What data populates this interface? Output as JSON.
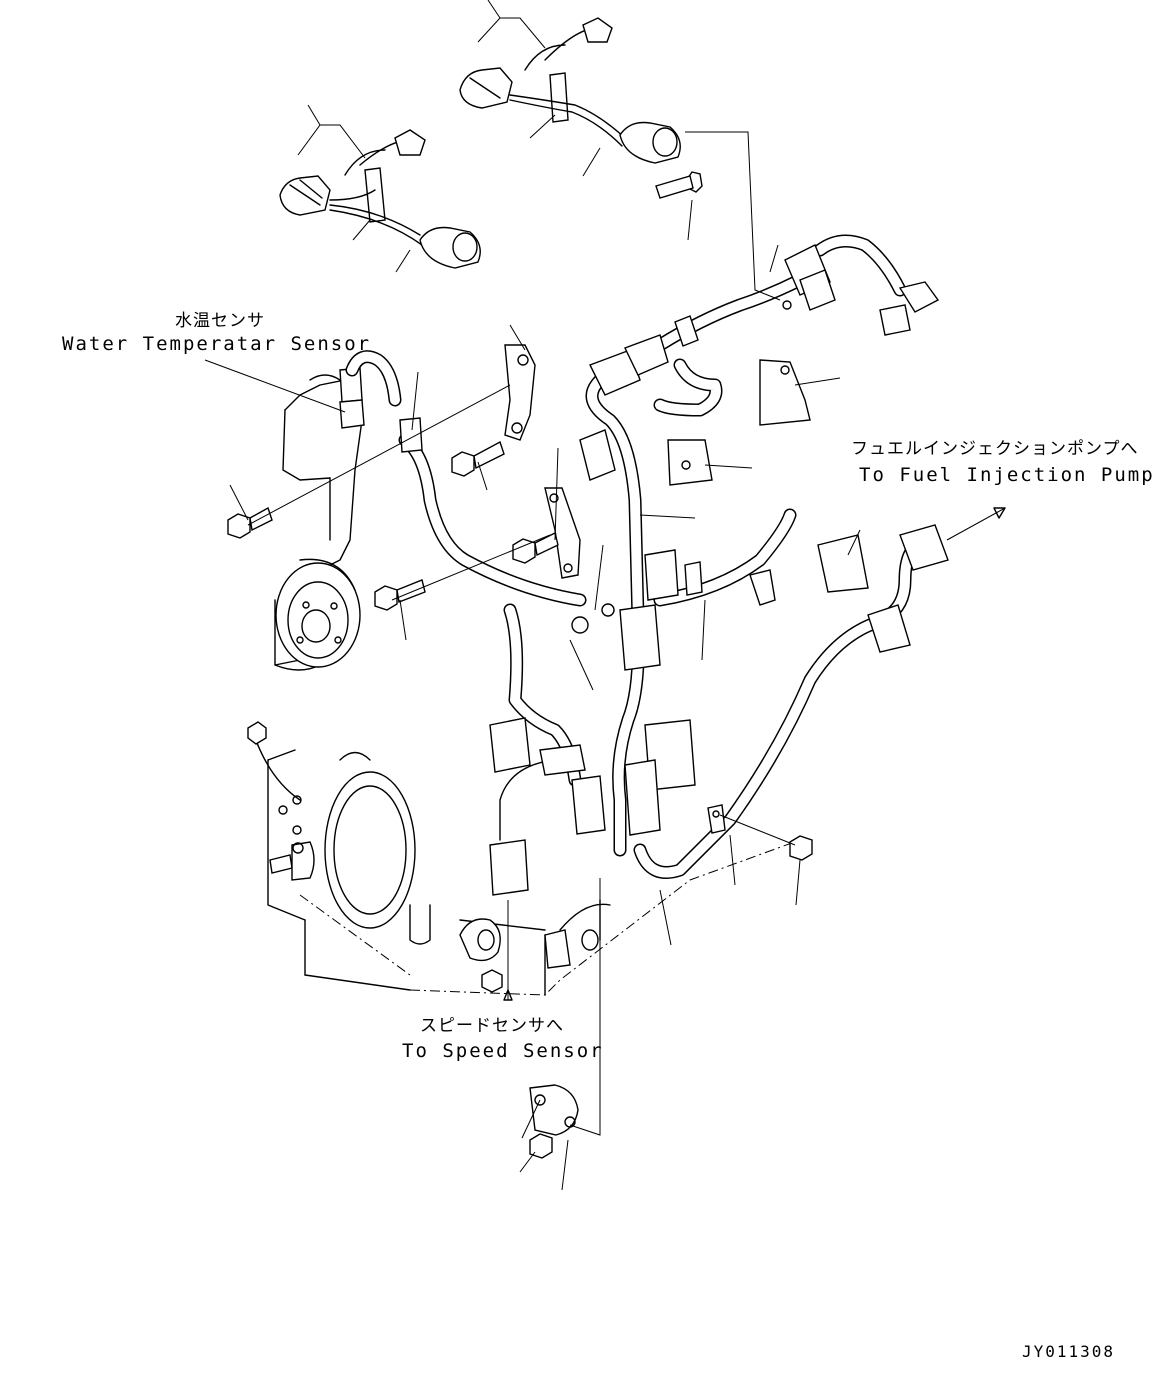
{
  "labels": {
    "water_temp_jp": "水温センサ",
    "water_temp_en": "Water Temperatar Sensor",
    "fuel_pump_jp": "フュエルインジェクションポンプへ",
    "fuel_pump_en": "To Fuel Injection Pump",
    "speed_sensor_jp": "スピードセンサへ",
    "speed_sensor_en": "To Speed Sensor"
  },
  "drawing_number": "JY011308"
}
